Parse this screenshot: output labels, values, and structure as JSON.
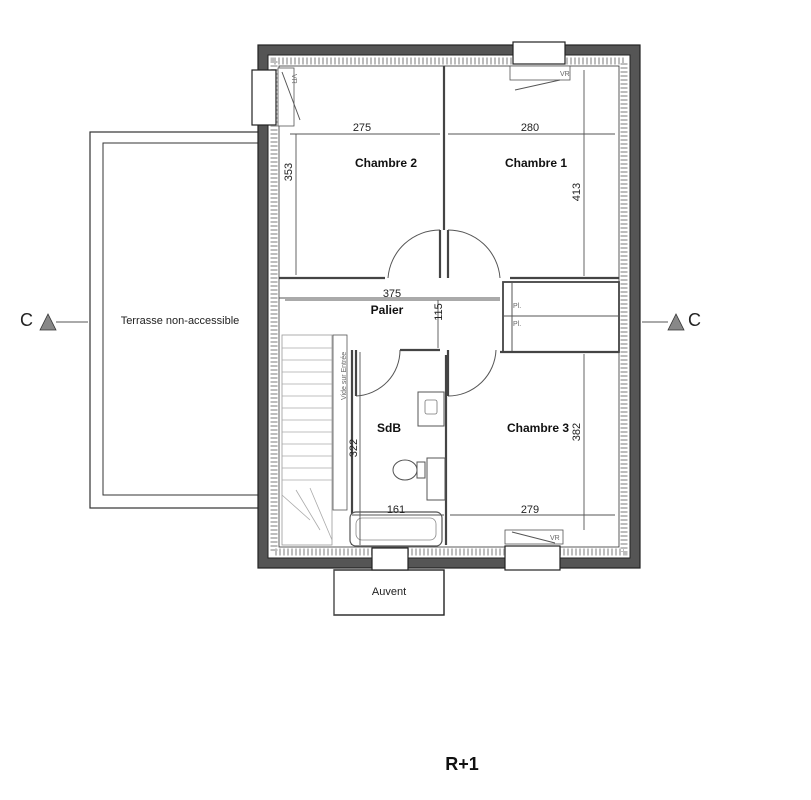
{
  "rooms": {
    "chambre2": "Chambre 2",
    "chambre1": "Chambre 1",
    "chambre3": "Chambre 3",
    "palier": "Palier",
    "sdb": "SdB"
  },
  "dimensions": {
    "d275": "275",
    "d280": "280",
    "d353": "353",
    "d413": "413",
    "d375": "375",
    "d115": "115",
    "d322": "322",
    "d382": "382",
    "d161": "161",
    "d279": "279"
  },
  "labels": {
    "terrasse": "Terrasse non-accessible",
    "vide": "Vide sur Entrée",
    "auvent": "Auvent",
    "vr": "VR",
    "pl": "Pl."
  },
  "section_marks": {
    "left": "C",
    "right": "C"
  },
  "title": "R+1"
}
